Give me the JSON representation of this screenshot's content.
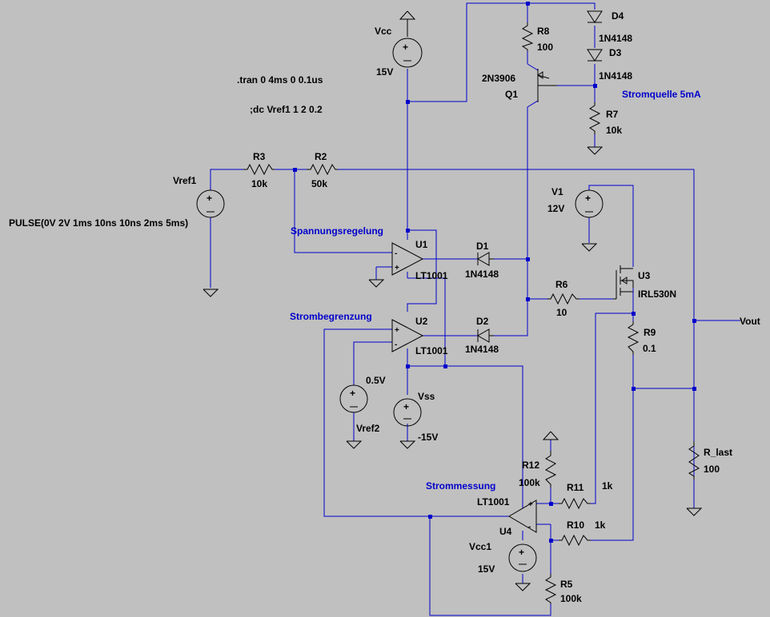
{
  "directives": {
    "tran": ".tran 0 4ms 0 0.1us",
    "dc": ";dc Vref1 1 2 0.2"
  },
  "notes": {
    "stromquelle": "Stromquelle 5mA",
    "spannungsregelung": "Spannungsregelung",
    "strombegrenzung": "Strombegrenzung",
    "strommessung": "Strommessung"
  },
  "components": {
    "vcc": {
      "name": "Vcc",
      "value": "15V"
    },
    "vref1": {
      "name": "Vref1",
      "value": "PULSE(0V 2V 1ms 10ns 10ns 2ms 5ms)"
    },
    "r3": {
      "name": "R3",
      "value": "10k"
    },
    "r2": {
      "name": "R2",
      "value": "50k"
    },
    "r8": {
      "name": "R8",
      "value": "100"
    },
    "q1": {
      "name": "Q1",
      "value": "2N3906"
    },
    "d4": {
      "name": "D4",
      "value": "1N4148"
    },
    "d3": {
      "name": "D3",
      "value": "1N4148"
    },
    "r7": {
      "name": "R7",
      "value": "10k"
    },
    "v1": {
      "name": "V1",
      "value": "12V"
    },
    "u1": {
      "name": "U1",
      "value": "LT1001"
    },
    "d1": {
      "name": "D1",
      "value": "1N4148"
    },
    "r6": {
      "name": "R6",
      "value": "10"
    },
    "u3": {
      "name": "U3",
      "value": "IRL530N"
    },
    "u2": {
      "name": "U2",
      "value": "LT1001"
    },
    "d2": {
      "name": "D2",
      "value": "1N4148"
    },
    "r9": {
      "name": "R9",
      "value": "0.1"
    },
    "vref2": {
      "name": "Vref2",
      "value": "0.5V"
    },
    "vss": {
      "name": "Vss",
      "value": "-15V"
    },
    "r12": {
      "name": "R12",
      "value": "100k"
    },
    "r11": {
      "name": "R11",
      "value": "1k"
    },
    "u4": {
      "name": "U4",
      "value": "LT1001"
    },
    "r10": {
      "name": "R10",
      "value": "1k"
    },
    "vcc1": {
      "name": "Vcc1",
      "value": "15V"
    },
    "r5": {
      "name": "R5",
      "value": "100k"
    },
    "rlast": {
      "name": "R_last",
      "value": "100"
    }
  },
  "ports": {
    "vout": "Vout"
  },
  "colors": {
    "background": "#c0c0c0",
    "wire": "#0000cc",
    "symbol": "#000000",
    "note": "#0000cc"
  }
}
